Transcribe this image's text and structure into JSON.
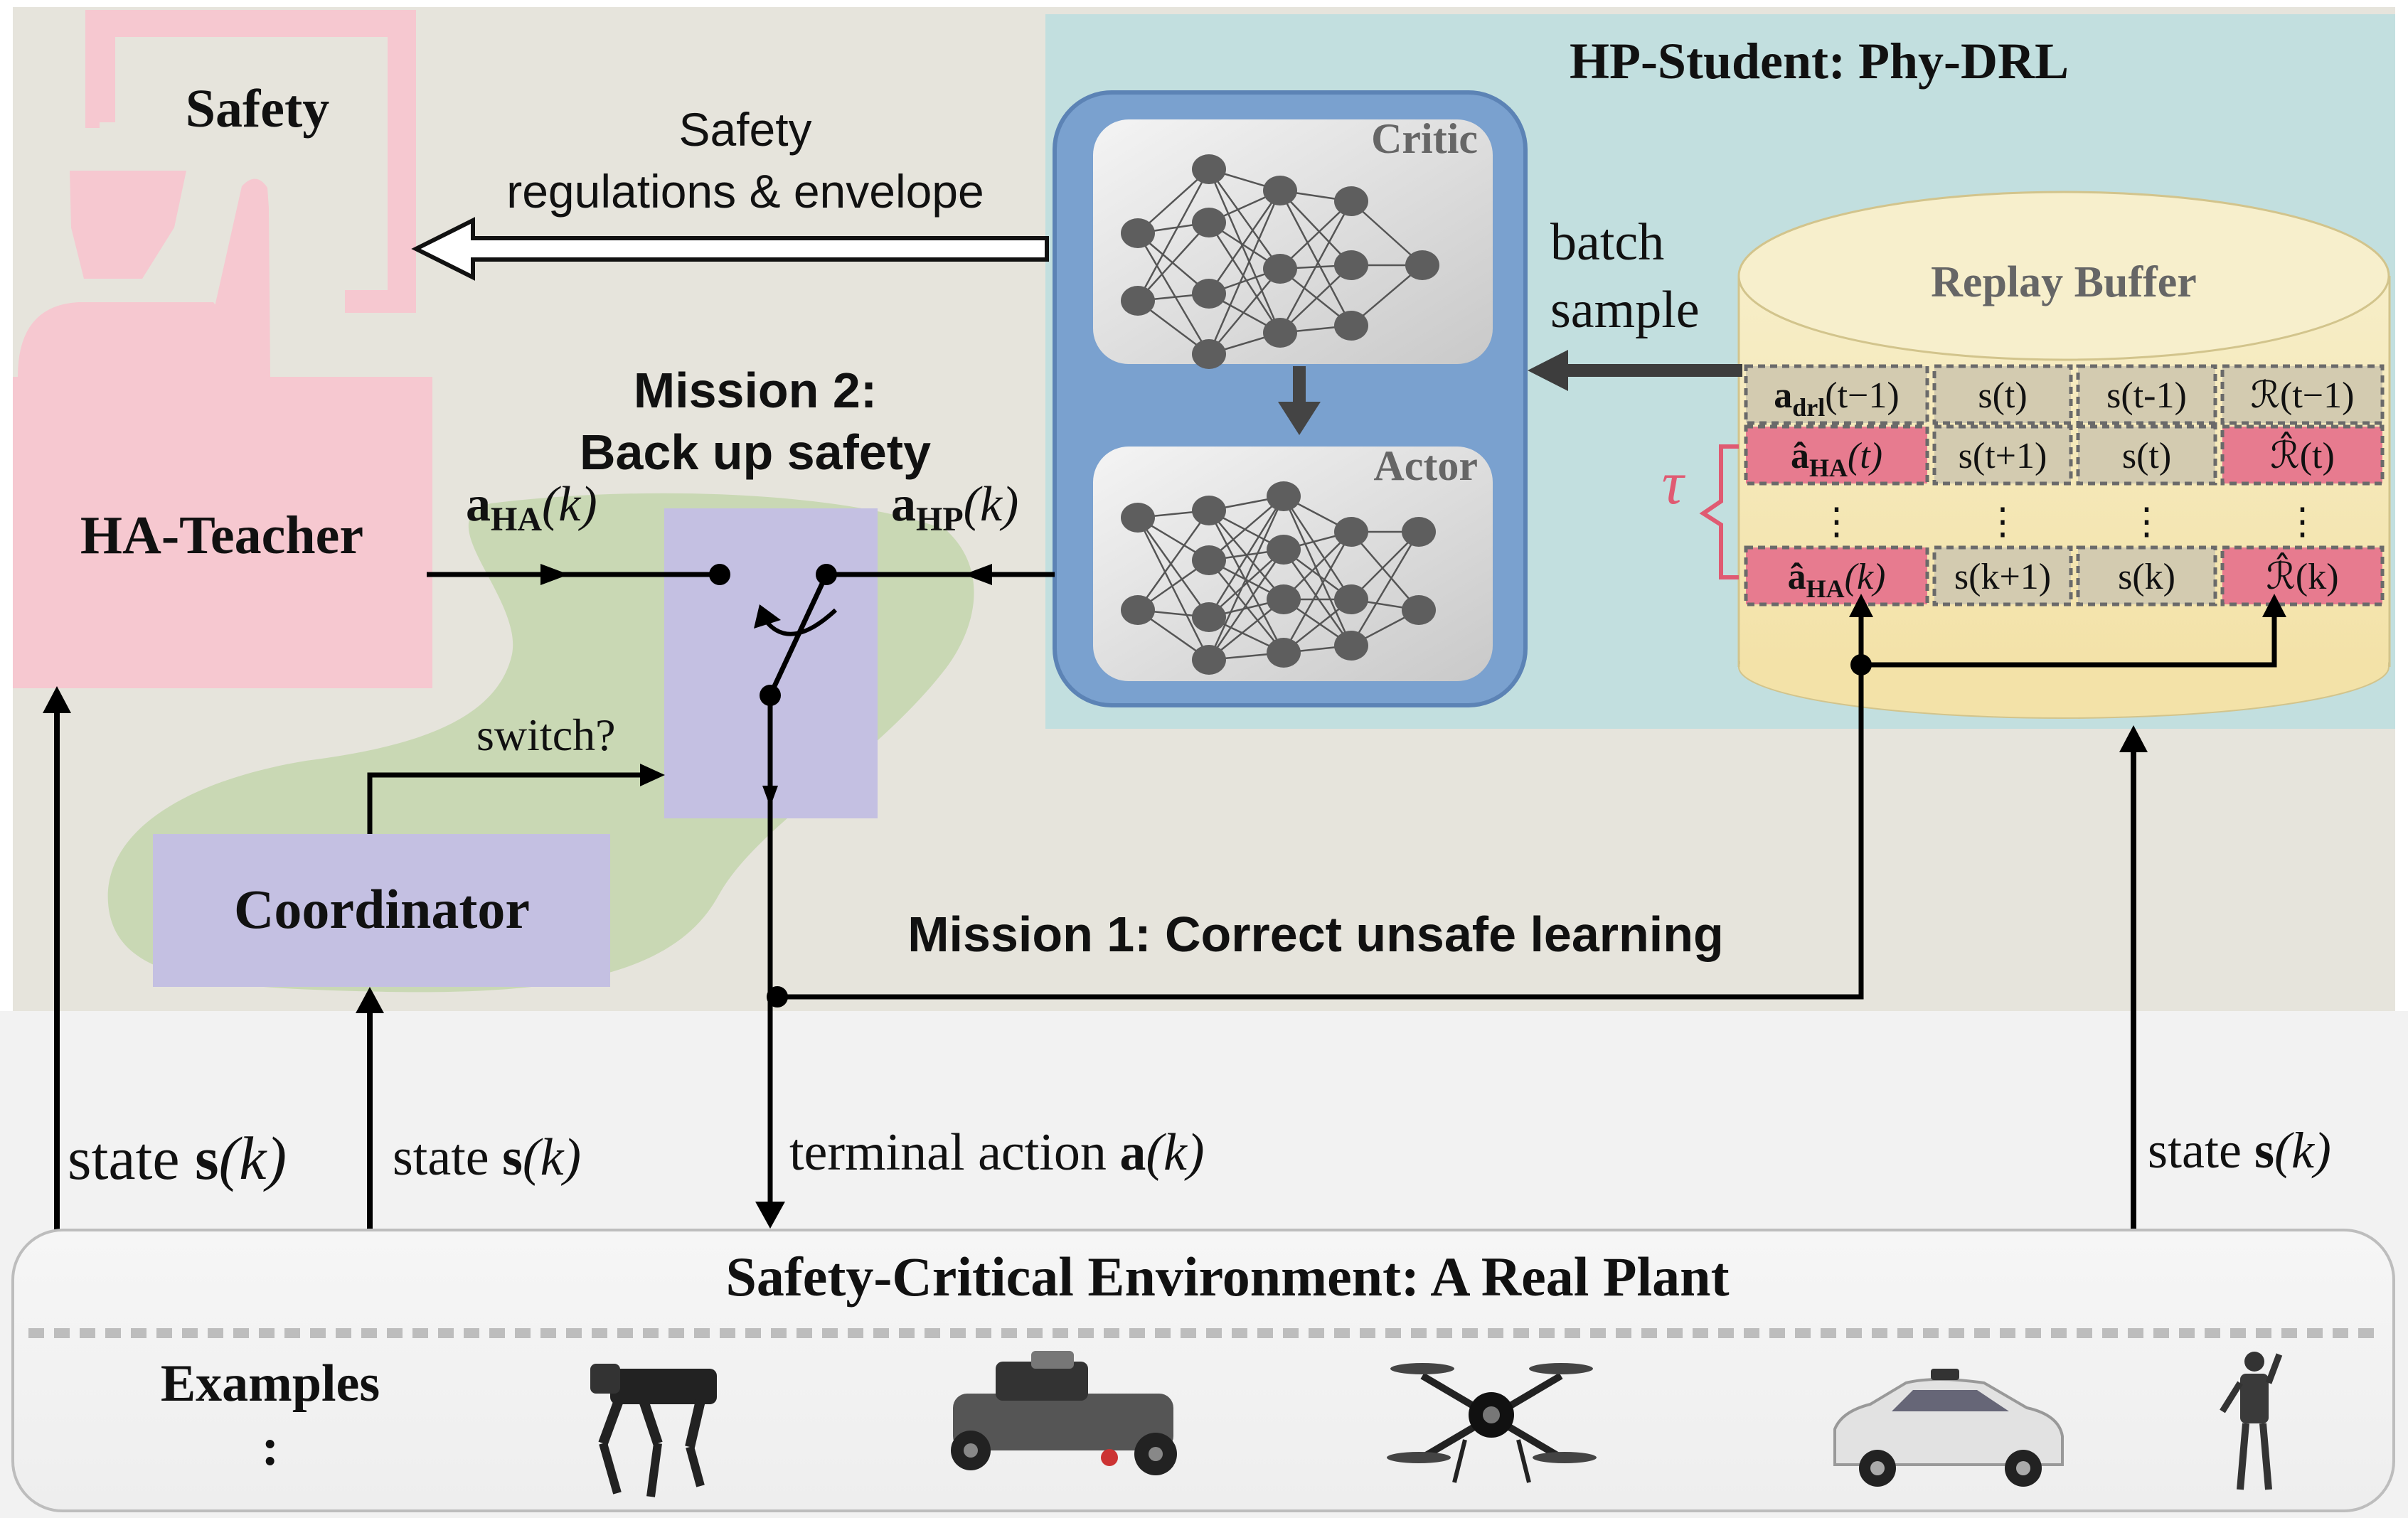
{
  "hp_student": {
    "title": "HP-Student: Phy-DRL",
    "critic_label": "Critic",
    "actor_label": "Actor"
  },
  "teacher": {
    "safety_label": "Safety",
    "ha_teacher_label": "HA-Teacher",
    "safety_regulations_line1": "Safety",
    "safety_regulations_line2": "regulations & envelope"
  },
  "switching": {
    "mission2_line1": "Mission 2:",
    "mission2_line2": "Back up safety",
    "a_ha": {
      "base": "a",
      "sub": "HA",
      "arg": "(k)"
    },
    "a_hp": {
      "base": "a",
      "sub": "HP",
      "arg": "(k)"
    },
    "switch_label": "switch?",
    "coordinator_label": "Coordinator"
  },
  "replay": {
    "batch_line1": "batch",
    "batch_line2": "sample",
    "title": "Replay Buffer",
    "tau_symbol": "τ",
    "rows": [
      {
        "action": "a",
        "action_sub": "drl",
        "action_arg": "(t−1)",
        "s1": "s(t)",
        "s2": "s(t-1)",
        "reward": "ℛ(t−1)"
      },
      {
        "action": "â",
        "action_sub": "HA",
        "action_arg": "(t)",
        "s1": "s(t+1)",
        "s2": "s(t)",
        "reward": "ℛ̂(t)"
      },
      {
        "action": "⋮",
        "action_sub": "",
        "action_arg": "",
        "s1": "⋮",
        "s2": "⋮",
        "reward": "⋮"
      },
      {
        "action": "â",
        "action_sub": "HA",
        "action_arg": "(k)",
        "s1": "s(k+1)",
        "s2": "s(k)",
        "reward": "ℛ̂(k)"
      }
    ]
  },
  "signals": {
    "mission1": "Mission 1: Correct unsafe learning",
    "state_left": {
      "prefix": "state ",
      "bold": "s",
      "arg": "(k)"
    },
    "state_coord": {
      "prefix": "state ",
      "bold": "s",
      "arg": "(k)"
    },
    "terminal_action": {
      "prefix": "terminal action ",
      "bold": "a",
      "arg": "(k)"
    },
    "state_right": {
      "prefix": "state ",
      "bold": "s",
      "arg": "(k)"
    }
  },
  "environment": {
    "title": "Safety-Critical Environment: A Real Plant",
    "examples_label": "Examples",
    "examples_colon": ":",
    "example_icons": [
      "quadruped-robot-icon",
      "rc-car-icon",
      "drone-icon",
      "self-driving-car-icon",
      "humanoid-robot-icon"
    ]
  },
  "colors": {
    "top_bg": "#e6e4dc",
    "student_bg": "#c2dfdf",
    "network_panel": "#7aa1cf",
    "teacher_pink": "#f6c8d0",
    "lavender": "#c4c0e2",
    "green_blob": "#c9d8b4",
    "buffer_cream": "#f5e9bc",
    "buffer_cell": "#d3cbb0",
    "highlight_cell": "#e77b8f",
    "tau_color": "#e05a72"
  }
}
